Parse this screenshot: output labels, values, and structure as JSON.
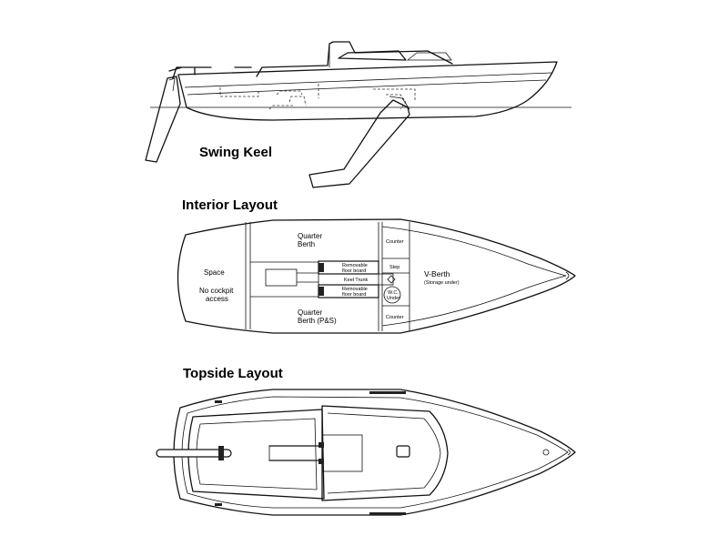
{
  "headings": {
    "swing_keel": "Swing Keel",
    "interior_layout": "Interior Layout",
    "topside_layout": "Topside Layout"
  },
  "interior": {
    "space": "Space",
    "no_cockpit_1": "No cockpit",
    "no_cockpit_2": "access",
    "quarter_berth_top_1": "Quarter",
    "quarter_berth_top_2": "Berth",
    "quarter_berth_bottom_1": "Quarter",
    "quarter_berth_bottom_2": "Berth (P&S)",
    "removable_top_1": "Removable",
    "removable_top_2": "floor board",
    "keel_trunk": "Keel Trunk",
    "removable_bottom_1": "Removable",
    "removable_bottom_2": "floor board",
    "counter_top": "Counter",
    "step": "Step",
    "wc_1": "W.C.",
    "wc_2": "Under",
    "counter_bottom": "Counter",
    "v_berth": "V-Berth",
    "storage_under": "(Storage under)"
  }
}
